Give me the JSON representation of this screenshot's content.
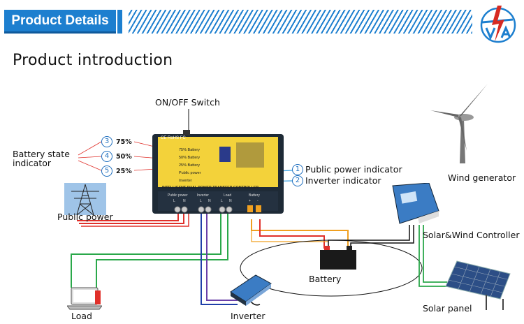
{
  "header": {
    "tab_label": "Product Details",
    "brand_color": "#1d7fcf"
  },
  "page": {
    "title": "Product introduction"
  },
  "labels": {
    "onoff_switch": "ON/OFF Switch",
    "battery_state": [
      "Battery state",
      "indicator"
    ],
    "public_power": "Public power",
    "load": "Load",
    "inverter": "Inverter",
    "battery": "Battery",
    "wind_generator": "Wind generator",
    "solar_wind_controller": "Solar&Wind Controller",
    "solar_panel": "Solar panel"
  },
  "indicators": {
    "battery_levels": [
      {
        "number": "3",
        "percent": "75%"
      },
      {
        "number": "4",
        "percent": "50%"
      },
      {
        "number": "5",
        "percent": "25%"
      }
    ],
    "status": [
      {
        "number": "1",
        "text": "Public power indicator"
      },
      {
        "number": "2",
        "text": "Inverter indicator"
      }
    ]
  },
  "device": {
    "cert_marks": "CE RoHS FC",
    "panel_rows": [
      "75% Battery",
      "50% Battery",
      "25% Battery",
      "Public power",
      "Inverter"
    ],
    "name": "INTELLIGENT DUAL POWER TRANSFER CONTROLLER",
    "terminal_groups": [
      "Public power",
      "Inverter",
      "Load",
      "Battery"
    ],
    "terminal_polarity": [
      "L",
      "N",
      "L",
      "N",
      "L",
      "N",
      "+",
      "-"
    ]
  },
  "icons": [
    "logo-icon",
    "wind-turbine-icon",
    "charge-controller-icon",
    "solar-panel-icon",
    "laptop-icon",
    "inverter-icon",
    "battery-icon",
    "power-tower-icon"
  ],
  "colors": {
    "wire_red": "#e0302a",
    "wire_green": "#2aa84a",
    "wire_blue": "#1f3fa8",
    "wire_orange": "#f0a020",
    "indicator_blue": "#1f6fbf",
    "panel_yellow": "#f3d23a"
  }
}
